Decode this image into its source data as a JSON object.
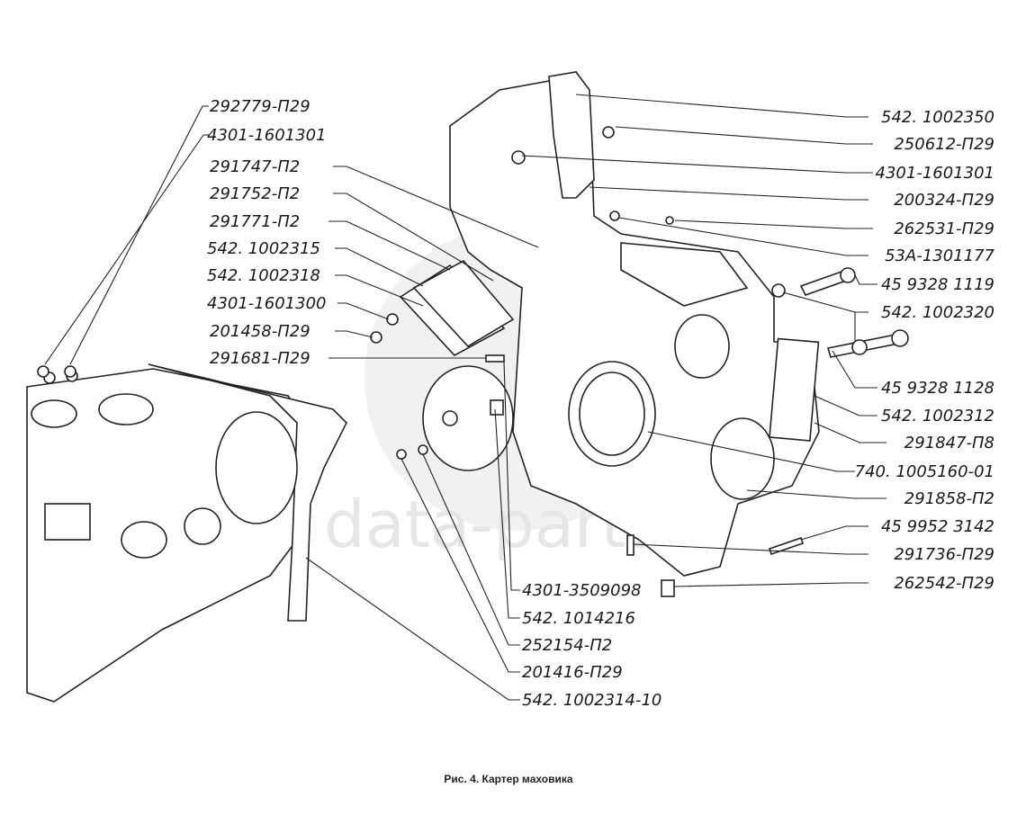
{
  "figure": {
    "caption": "Рис. 4. Картер маховика",
    "watermark": "data-parts",
    "left_labels": [
      "292779-П29",
      "4301-1601301",
      "291747-П2",
      "291752-П2",
      "291771-П2",
      "542. 1002315",
      "542. 1002318",
      "4301-1601300",
      "201458-П29",
      "291681-П29"
    ],
    "right_labels": [
      "542. 1002350",
      "250612-П29",
      "4301-1601301",
      "200324-П29",
      "262531-П29",
      "53А-1301177",
      "45 9328 1119",
      "542. 1002320",
      "45 9328 1128",
      "542. 1002312",
      "291847-П8",
      "740. 1005160-01",
      "291858-П2",
      "45 9952 3142",
      "291736-П29",
      "262542-П29"
    ],
    "bottom_labels": [
      "4301-3509098",
      "542. 1014216",
      "252154-П2",
      "201416-П29",
      "542. 1002314-10"
    ]
  }
}
